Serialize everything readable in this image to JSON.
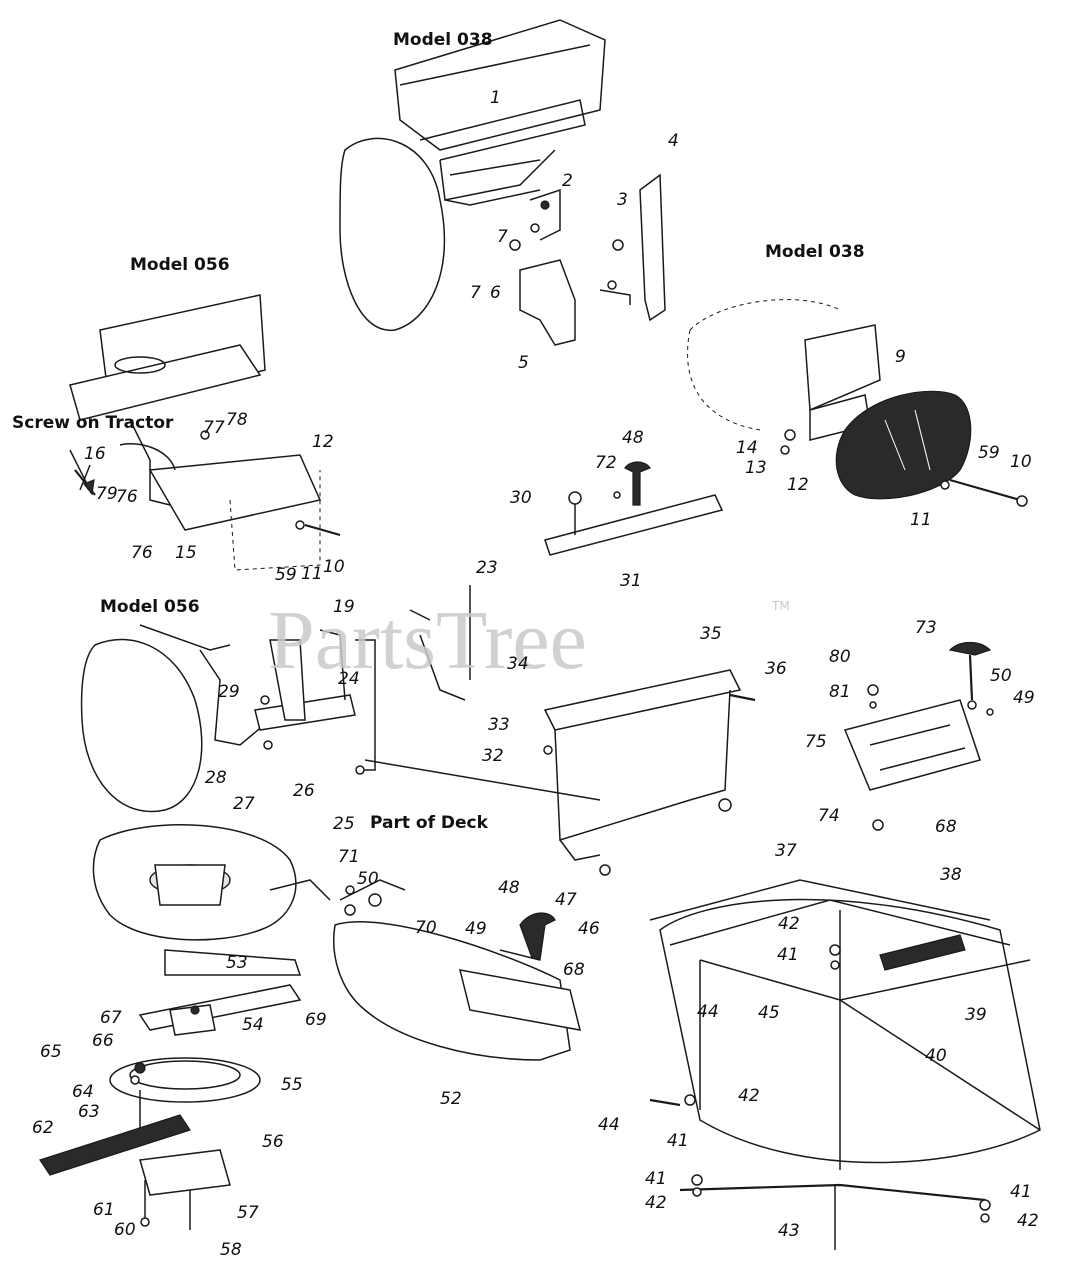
{
  "captions": {
    "model_038_top": "Model 038",
    "model_056_left": "Model 056",
    "model_038_right": "Model 038",
    "screw_on_tractor": "Screw on Tractor",
    "model_056_mid": "Model 056",
    "part_of_deck": "Part of Deck"
  },
  "watermark": {
    "text": "PartsTree",
    "tm": "TM"
  },
  "callouts": {
    "c1": "1",
    "c2": "2",
    "c3": "3",
    "c4": "4",
    "c5": "5",
    "c6": "6",
    "c7a": "7",
    "c7b": "7",
    "c9": "9",
    "c10a": "10",
    "c10b": "10",
    "c11a": "11",
    "c11b": "11",
    "c12a": "12",
    "c12b": "12",
    "c13": "13",
    "c14": "14",
    "c15": "15",
    "c16": "16",
    "c19": "19",
    "c23": "23",
    "c24": "24",
    "c25": "25",
    "c26": "26",
    "c27": "27",
    "c28": "28",
    "c29": "29",
    "c30": "30",
    "c31": "31",
    "c32": "32",
    "c33": "33",
    "c34": "34",
    "c35": "35",
    "c36": "36",
    "c37": "37",
    "c38": "38",
    "c39": "39",
    "c40": "40",
    "c41a": "41",
    "c41b": "41",
    "c41c": "41",
    "c41d": "41",
    "c42a": "42",
    "c42b": "42",
    "c42c": "42",
    "c42d": "42",
    "c43": "43",
    "c44a": "44",
    "c44b": "44",
    "c45": "45",
    "c46": "46",
    "c47": "47",
    "c48a": "48",
    "c48b": "48",
    "c49a": "49",
    "c49b": "49",
    "c50a": "50",
    "c50b": "50",
    "c52": "52",
    "c53": "53",
    "c54": "54",
    "c55": "55",
    "c56": "56",
    "c57": "57",
    "c58": "58",
    "c59a": "59",
    "c59b": "59",
    "c60": "60",
    "c61": "61",
    "c62": "62",
    "c63": "63",
    "c64": "64",
    "c65": "65",
    "c66": "66",
    "c67": "67",
    "c68a": "68",
    "c68b": "68",
    "c69": "69",
    "c70": "70",
    "c71": "71",
    "c72": "72",
    "c73": "73",
    "c74": "74",
    "c75": "75",
    "c76a": "76",
    "c76b": "76",
    "c77": "77",
    "c78": "78",
    "c79": "79",
    "c80": "80",
    "c81": "81"
  }
}
